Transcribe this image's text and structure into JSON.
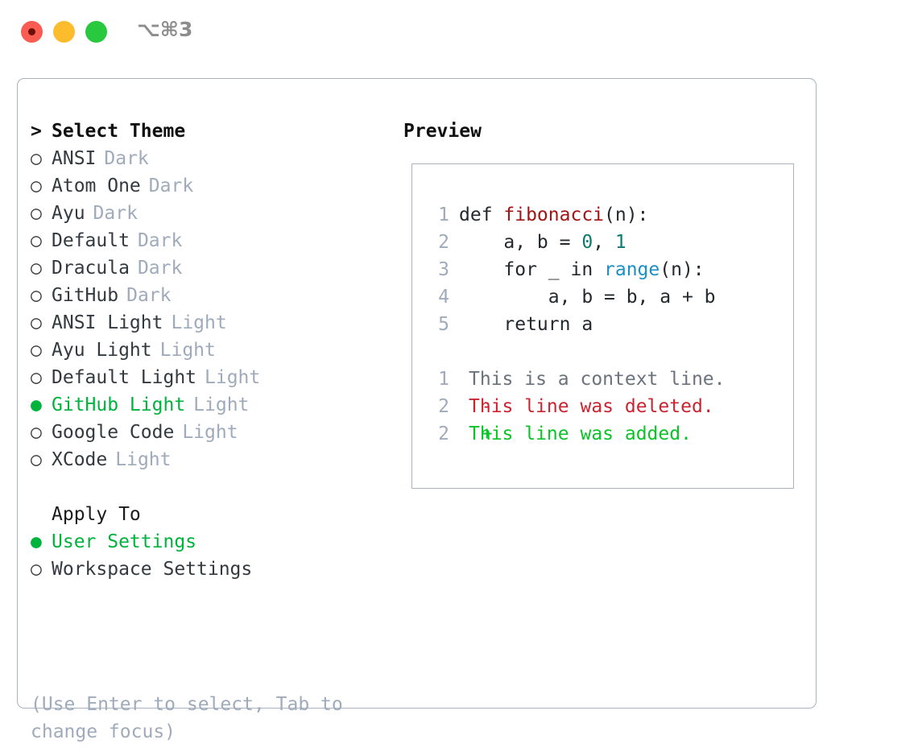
{
  "window": {
    "shortcut": "⌥⌘3",
    "traffic_lights": [
      "close-red",
      "minimize-yellow",
      "maximize-green"
    ]
  },
  "theme_picker": {
    "caret": ">",
    "heading": "Select Theme",
    "bullet_empty": "○",
    "bullet_filled": "●",
    "items": [
      {
        "name": "ANSI",
        "kind": "Dark",
        "selected": false
      },
      {
        "name": "Atom One",
        "kind": "Dark",
        "selected": false
      },
      {
        "name": "Ayu",
        "kind": "Dark",
        "selected": false
      },
      {
        "name": "Default",
        "kind": "Dark",
        "selected": false
      },
      {
        "name": "Dracula",
        "kind": "Dark",
        "selected": false
      },
      {
        "name": "GitHub",
        "kind": "Dark",
        "selected": false
      },
      {
        "name": "ANSI Light",
        "kind": "Light",
        "selected": false
      },
      {
        "name": "Ayu Light",
        "kind": "Light",
        "selected": false
      },
      {
        "name": "Default Light",
        "kind": "Light",
        "selected": false
      },
      {
        "name": "GitHub Light",
        "kind": "Light",
        "selected": true
      },
      {
        "name": "Google Code",
        "kind": "Light",
        "selected": false
      },
      {
        "name": "XCode",
        "kind": "Light",
        "selected": false
      }
    ]
  },
  "apply_to": {
    "heading": "Apply To",
    "options": [
      {
        "label": "User Settings",
        "selected": true
      },
      {
        "label": "Workspace Settings",
        "selected": false
      }
    ]
  },
  "hint": "(Use Enter to select, Tab to change focus)",
  "preview": {
    "title": "Preview",
    "code_lines": [
      {
        "no": "1",
        "tokens": [
          {
            "t": "def ",
            "cls": "code-plain"
          },
          {
            "t": "fibonacci",
            "cls": "kw-func"
          },
          {
            "t": "(n):",
            "cls": "code-plain"
          }
        ]
      },
      {
        "no": "2",
        "tokens": [
          {
            "t": "    a, b = ",
            "cls": "code-plain"
          },
          {
            "t": "0",
            "cls": "kw-num"
          },
          {
            "t": ", ",
            "cls": "code-plain"
          },
          {
            "t": "1",
            "cls": "kw-num"
          }
        ]
      },
      {
        "no": "3",
        "tokens": [
          {
            "t": "    for _ in ",
            "cls": "code-plain"
          },
          {
            "t": "range",
            "cls": "kw-call"
          },
          {
            "t": "(n):",
            "cls": "code-plain"
          }
        ]
      },
      {
        "no": "4",
        "tokens": [
          {
            "t": "        a, b = b, a + b",
            "cls": "code-plain"
          }
        ]
      },
      {
        "no": "5",
        "tokens": [
          {
            "t": "    return a",
            "cls": "code-plain"
          }
        ]
      }
    ],
    "diff_lines": [
      {
        "no": "1",
        "sign": " ",
        "text": "This is a context line.",
        "cls": "diff-ctx"
      },
      {
        "no": "2",
        "sign": "-",
        "text": "This line was deleted.",
        "cls": "diff-del"
      },
      {
        "no": "2",
        "sign": "+",
        "text": "This line was added.",
        "cls": "diff-add"
      }
    ]
  },
  "colors": {
    "accent_green": "#00b33c",
    "muted": "#9fabbb",
    "border": "#a8b2c0",
    "code_function": "#a31515",
    "code_number": "#0c7a70",
    "code_call": "#1a90c4",
    "diff_deleted": "#cb2431",
    "diff_added": "#0ac326",
    "diff_context": "#6a737d"
  }
}
